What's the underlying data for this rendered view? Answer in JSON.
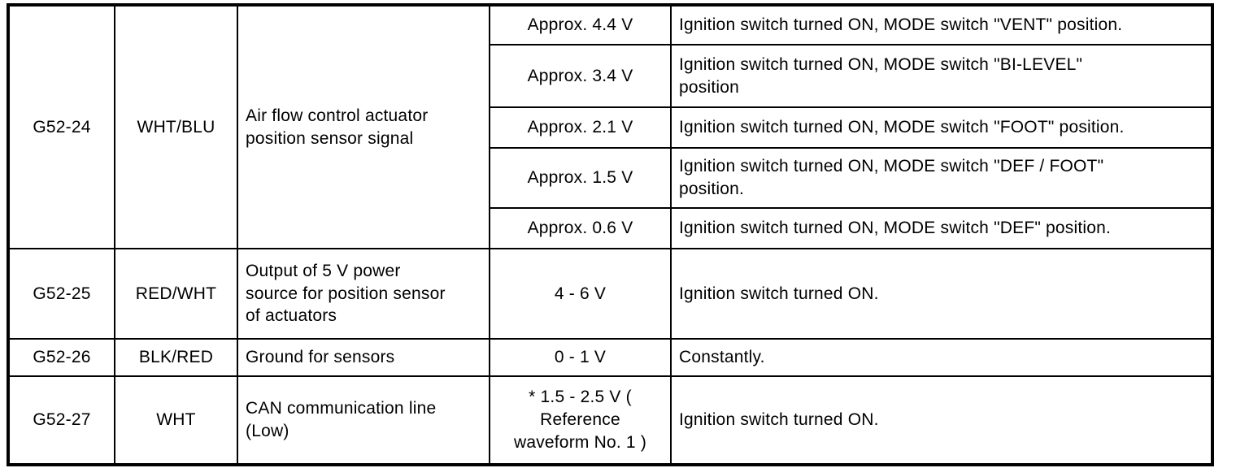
{
  "pin_table": {
    "columns": [
      "terminal",
      "wire_color",
      "description",
      "voltage",
      "condition"
    ],
    "rows": [
      {
        "terminal": "G52-24",
        "wire_color": "WHT/BLU",
        "description": "Air flow control actuator\nposition sensor signal",
        "sub_rows": [
          {
            "voltage": "Approx. 4.4 V",
            "condition": "Ignition switch turned ON, MODE switch \"VENT\" position."
          },
          {
            "voltage": "Approx. 3.4 V",
            "condition": "Ignition switch turned ON, MODE switch \"BI-LEVEL\"\nposition"
          },
          {
            "voltage": "Approx. 2.1 V",
            "condition": "Ignition switch turned ON, MODE switch \"FOOT\" position."
          },
          {
            "voltage": "Approx. 1.5 V",
            "condition": "Ignition switch turned ON, MODE switch \"DEF / FOOT\"\nposition."
          },
          {
            "voltage": "Approx. 0.6 V",
            "condition": "Ignition switch turned ON, MODE switch \"DEF\" position."
          }
        ]
      },
      {
        "terminal": "G52-25",
        "wire_color": "RED/WHT",
        "description": "Output of 5 V power\nsource for position sensor\nof actuators",
        "voltage": "4 - 6 V",
        "condition": "Ignition switch turned ON."
      },
      {
        "terminal": "G52-26",
        "wire_color": "BLK/RED",
        "description": "Ground for sensors",
        "voltage": "0 - 1 V",
        "condition": "Constantly."
      },
      {
        "terminal": "G52-27",
        "wire_color": "WHT",
        "description": "CAN communication line\n(Low)",
        "voltage": "* 1.5 - 2.5 V (\nReference\nwaveform No. 1 )",
        "condition": "Ignition switch turned ON."
      }
    ],
    "text_color": "#000000",
    "border_color": "#000000",
    "background_color": "#ffffff"
  }
}
